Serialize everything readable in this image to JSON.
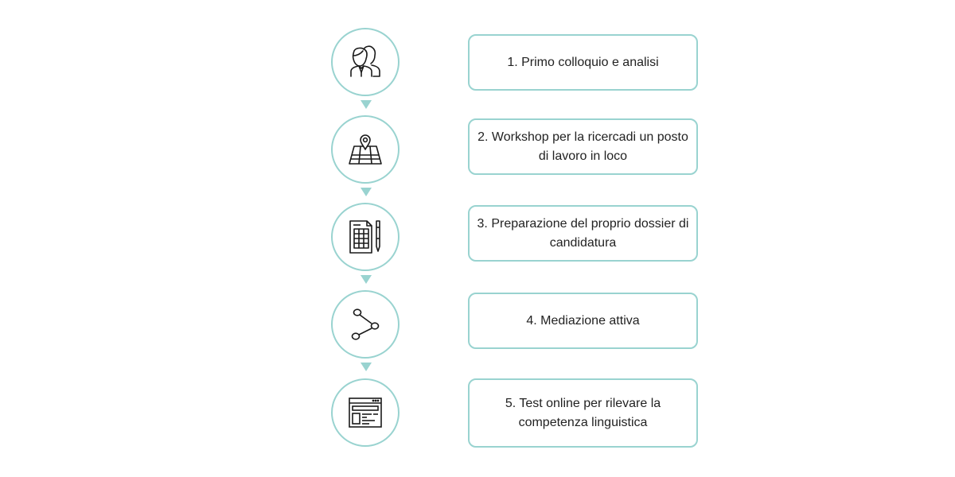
{
  "colors": {
    "accent": "#99d3d0",
    "text": "#222222",
    "icon": "#1a1a1a"
  },
  "steps": [
    {
      "label": "1. Primo colloquio e analisi",
      "icon": "people-icon"
    },
    {
      "label": "2. Workshop per la ricercadi un posto di lavoro in loco",
      "icon": "map-pin-icon"
    },
    {
      "label": "3. Preparazione del proprio dossier di candidatura",
      "icon": "document-pen-icon"
    },
    {
      "label": "4. Mediazione attiva",
      "icon": "network-nodes-icon"
    },
    {
      "label": "5. Test online per rilevare la competenza linguistica",
      "icon": "browser-window-icon"
    }
  ]
}
